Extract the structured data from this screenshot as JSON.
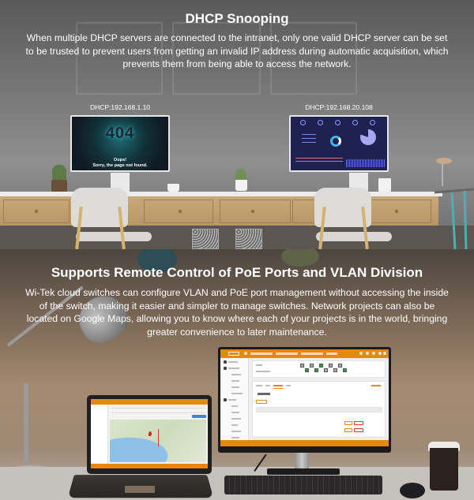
{
  "section_dhcp": {
    "title": "DHCP Snooping",
    "description": "When multiple DHCP servers are connected to the intranet, only one valid DHCP server can be set to be trusted to prevent users from getting an invalid IP address during automatic acquisition, which prevents them from being able to access the network.",
    "left_monitor": {
      "ip_label": "DHCP:192.168.1.10",
      "error_code": "404",
      "error_line1": "Oops!",
      "error_line2": "Sorry, the page not found."
    },
    "right_monitor": {
      "ip_label": "DHCP:192.168.20.108"
    }
  },
  "section_poe_vlan": {
    "title": "Supports Remote Control of PoE Ports and VLAN Division",
    "description": "Wi-Tek cloud switches can configure VLAN and PoE port management without accessing the inside of the switch, making it easier and simpler to manage switches. Network projects can also be located on Google Maps, allowing you to know where each of your projects is in the world, bringing greater convenience to later maintenance."
  },
  "colors": {
    "brand_orange": "#e9860e",
    "port_active_green": "#2aa33a",
    "dashboard_bg": "#1f2250",
    "text_white": "#ffffff"
  }
}
